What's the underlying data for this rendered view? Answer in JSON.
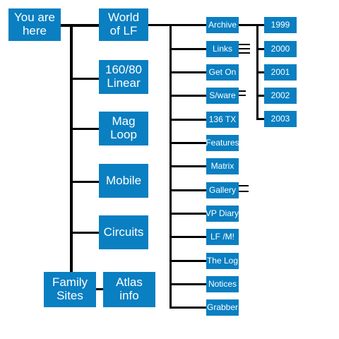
{
  "root": {
    "line1": "You are",
    "line2": "here"
  },
  "main_nodes": {
    "world": {
      "line1": "World",
      "line2": "of LF"
    },
    "linear": {
      "line1": "160/80",
      "line2": "Linear"
    },
    "mag": {
      "line1": "Mag",
      "line2": "Loop"
    },
    "mobile": {
      "label": "Mobile"
    },
    "circuits": {
      "label": "Circuits"
    },
    "family": {
      "line1": "Family",
      "line2": "Sites"
    },
    "atlas": {
      "line1": "Atlas",
      "line2": "info"
    }
  },
  "sub_nodes": [
    {
      "label": "Archive"
    },
    {
      "label": "Links"
    },
    {
      "label": "Get On"
    },
    {
      "label": "S/ware"
    },
    {
      "label": "136 TX"
    },
    {
      "label": "Features"
    },
    {
      "label": "Matrix"
    },
    {
      "label": "Gallery"
    },
    {
      "label": "VP Diary"
    },
    {
      "label": "LF /M!"
    },
    {
      "label": "The Log"
    },
    {
      "label": "Notices"
    },
    {
      "label": "Grabber"
    }
  ],
  "years": [
    {
      "label": "1999"
    },
    {
      "label": "2000"
    },
    {
      "label": "2001"
    },
    {
      "label": "2002"
    },
    {
      "label": "2003"
    }
  ],
  "colors": {
    "box_fill": "#0a7fc1",
    "box_text": "#ffffff",
    "connector": "#000000"
  }
}
